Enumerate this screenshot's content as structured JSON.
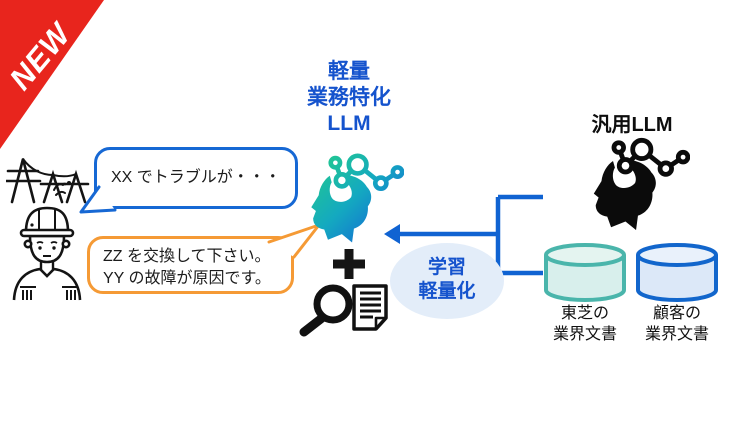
{
  "badge": {
    "label": "NEW",
    "color": "#e8251d"
  },
  "speech": {
    "question": {
      "text": "XX でトラブルが・・・",
      "border_color": "#1668d4",
      "speaker": "field-worker"
    },
    "answer": {
      "line1": "ZZ を交換して下さい。",
      "line2": "YY の故障が原因です。",
      "border_color": "#f59a35"
    }
  },
  "center": {
    "title": {
      "line1": "軽量",
      "line2": "業務特化",
      "line3": "LLM",
      "color": "#1553cd"
    },
    "plus_symbol": "+",
    "icons": {
      "head": "gradient-brain-network-icon",
      "magnifier": "magnifier-icon",
      "document": "document-icon"
    },
    "gradient": [
      "#22c98f",
      "#14a9c0",
      "#1565d6"
    ]
  },
  "process": {
    "line1": "学習",
    "line2": "軽量化",
    "bubble_color": "#e3edf9",
    "text_color": "#1553cd",
    "arrow_color": "#1063d2"
  },
  "right": {
    "title": "汎用LLM",
    "icon": "brain-network-icon",
    "databases": [
      {
        "line1": "東芝の",
        "line2": "業界文書",
        "border_color": "#4ab5ab",
        "fill_color": "#d8efec"
      },
      {
        "line1": "顧客の",
        "line2": "業界文書",
        "border_color": "#1266cc",
        "fill_color": "#dce8f8"
      }
    ]
  },
  "left": {
    "icons": {
      "towers": "transmission-towers-icon",
      "worker": "field-worker-icon",
      "squiggle": "speech-squiggle-icon"
    }
  }
}
